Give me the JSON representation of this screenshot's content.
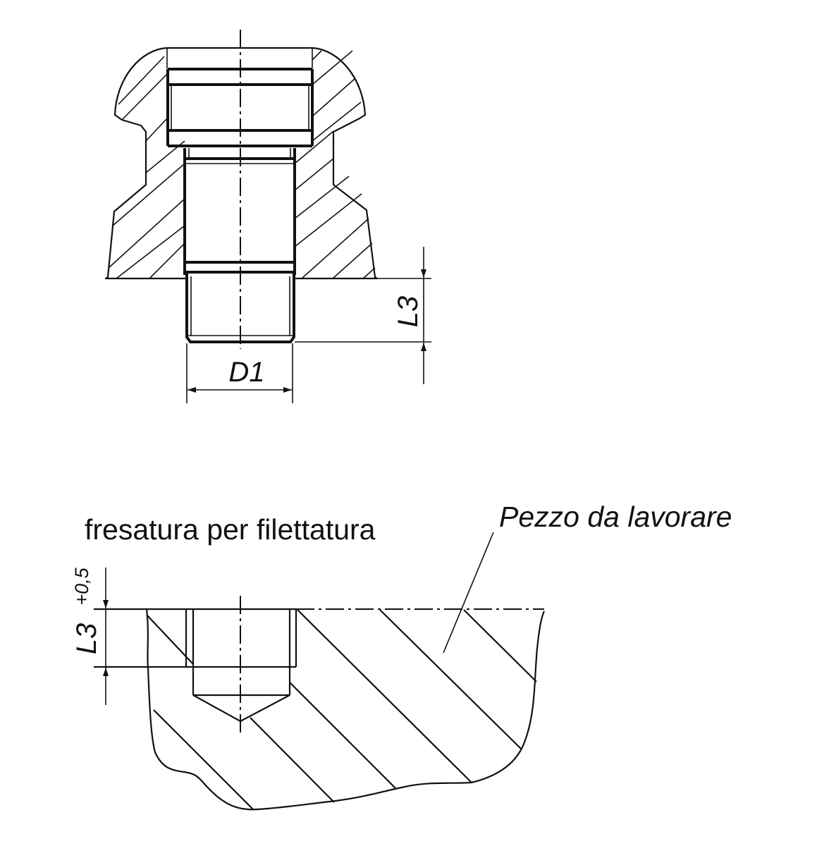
{
  "top_view": {
    "dim_diameter": "D1",
    "dim_length": "L3"
  },
  "bottom_view": {
    "title": "fresatura per filettatura",
    "workpiece_label": "Pezzo da lavorare",
    "dim_depth": "L3",
    "dim_tolerance": "+0,5"
  }
}
